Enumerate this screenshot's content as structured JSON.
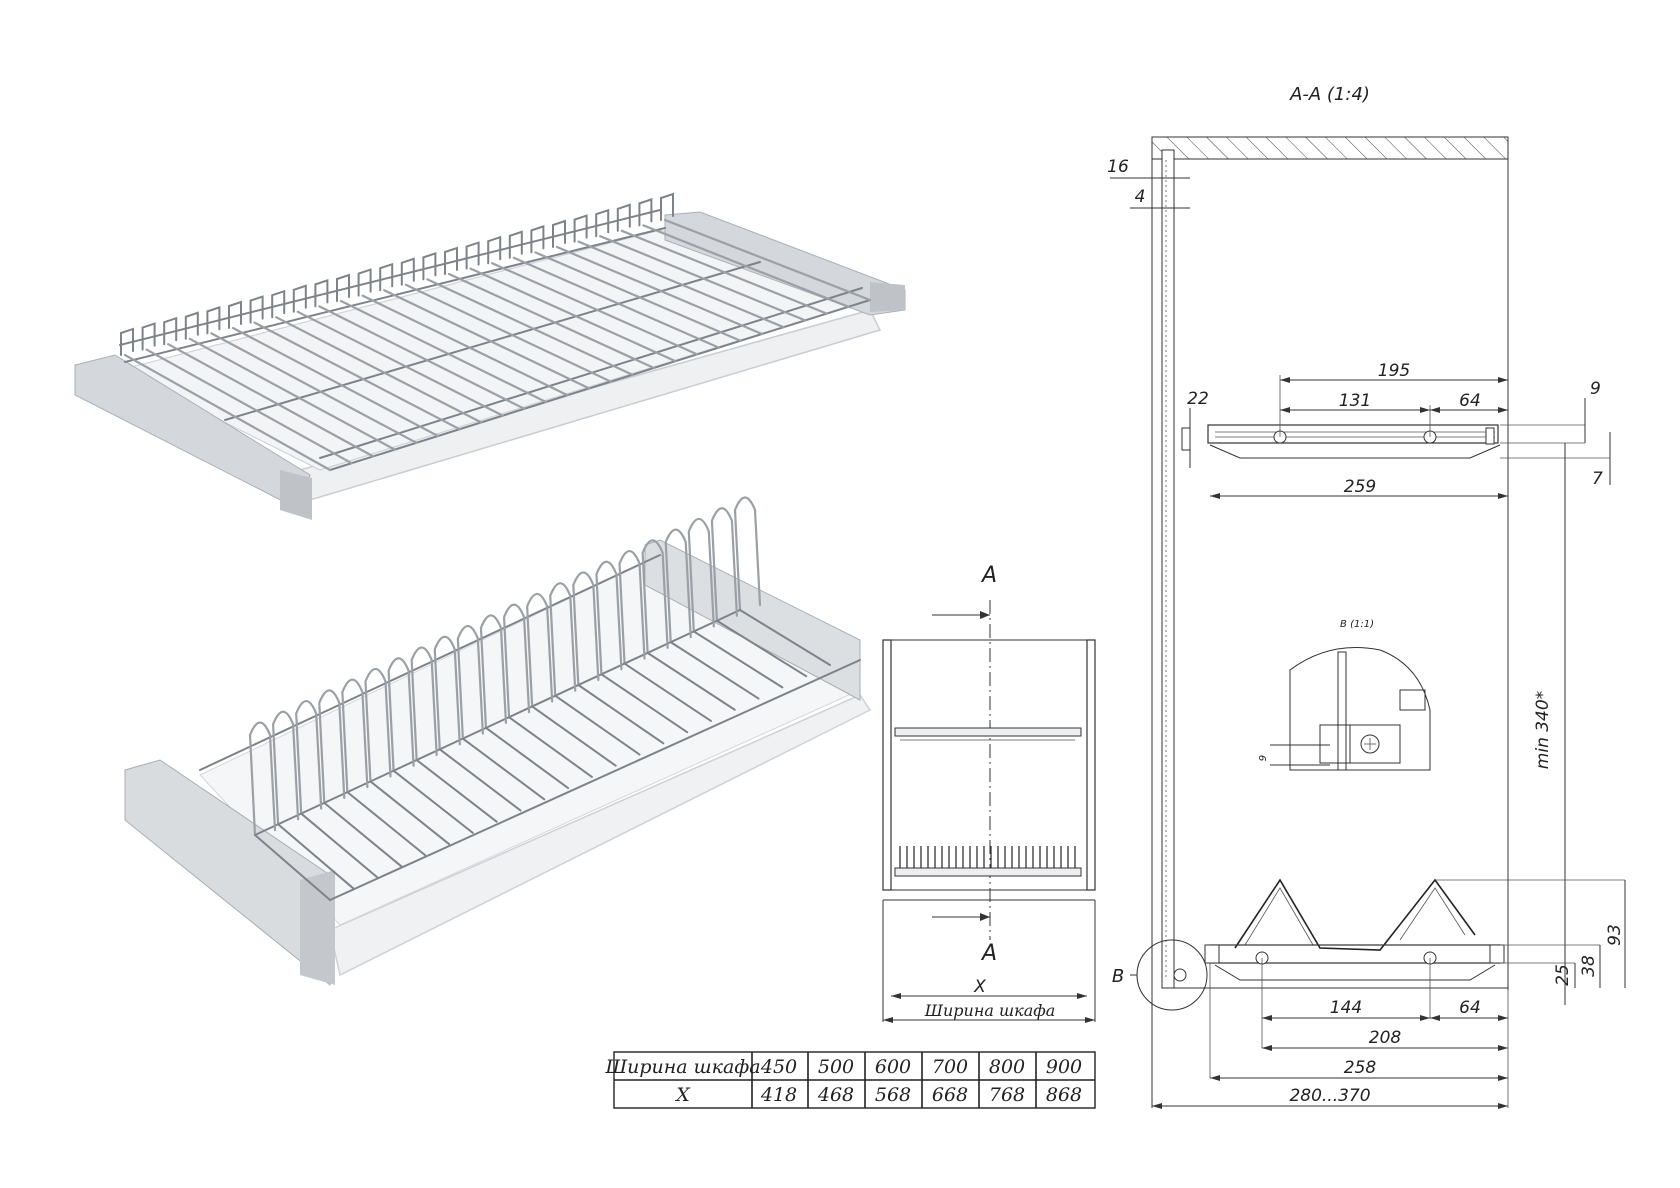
{
  "section_title": "А-А (1:4)",
  "detail_title": "В (1:1)",
  "detail_marker": "В",
  "section_letter": "А",
  "front_view": {
    "x_label": "X",
    "width_label": "Ширина шкафа"
  },
  "dimensions": {
    "d16": "16",
    "d4": "4",
    "d22": "22",
    "d195": "195",
    "d131": "131",
    "d64_top": "64",
    "d9_top": "9",
    "d7": "7",
    "d259": "259",
    "dmin340": "min 340*",
    "d93": "93",
    "d38": "38",
    "d25": "25",
    "d144": "144",
    "d64_bot": "64",
    "d208": "208",
    "d258": "258",
    "d280_370": "280...370",
    "d9_detail": "9"
  },
  "size_table": {
    "row_headers": [
      "Ширина шкафа",
      "X"
    ],
    "cabinet_widths": [
      "450",
      "500",
      "600",
      "700",
      "800",
      "900"
    ],
    "x_values": [
      "418",
      "468",
      "568",
      "668",
      "768",
      "868"
    ]
  }
}
